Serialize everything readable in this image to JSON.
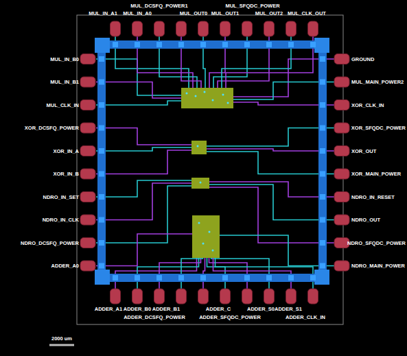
{
  "diagram": {
    "labels": [
      "MUL_IN_B0",
      "MUL_IN_B1",
      "MUL_CLK_IN",
      "XOR_DCSFQ_POWER",
      "XOR_IN_A",
      "XOR_IN_B",
      "NDRO_IN_SET",
      "NDRO_IN_CLK",
      "NDRO_DCSFQ_POWER",
      "ADDER_A0",
      "GROUND",
      "MUL_MAIN_POWER2",
      "XOR_CLK_IN",
      "XOR_SFQDC_POWER",
      "XOR_OUT",
      "XOR_MAIN_POWER",
      "NDRO_IN_RESET",
      "NDRO_OUT",
      "NDRO_SFQDC_POWER",
      "NDRO_MAIN_POWER",
      "MUL_DCSFQ_POWER1",
      "MUL_SFQDC_POWER",
      "MUL_IN_A1",
      "MUL_IN_A0",
      "MUL_OUT0",
      "MUL_OUT1",
      "MUL_OUT2",
      "MUL_CLK_OUT",
      "ADDER_A1",
      "ADDER_B0",
      "ADDER_B1",
      "ADDER_C",
      "ADDER_S0",
      "ADDER_S1",
      "ADDER_DCSFQ_POWER",
      "ADDER_SFQDC_POWER",
      "ADDER_CLK_IN",
      "2000 um"
    ]
  }
}
